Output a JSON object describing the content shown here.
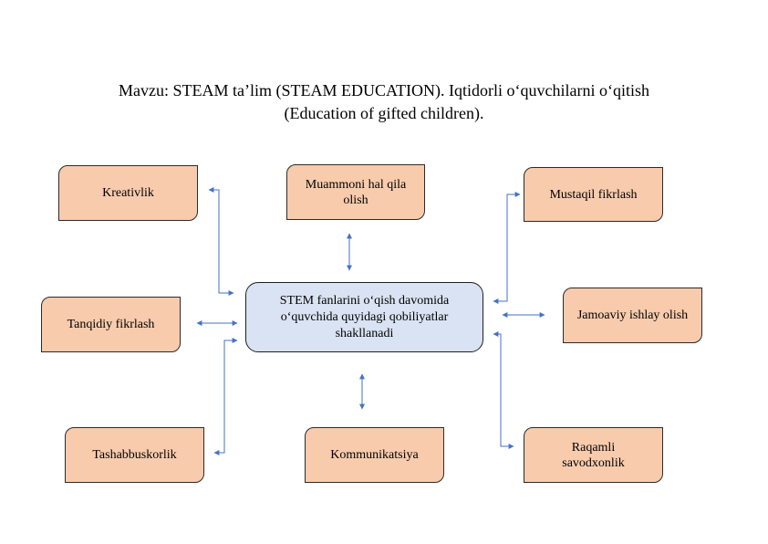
{
  "title": {
    "line1": "Mavzu: STEAM ta’lim (STEAM EDUCATION). Iqtidorli o‘quvchilarni o‘qitish",
    "line2": "(Education of gifted children)."
  },
  "center": {
    "label": "STEM fanlarini o‘qish davomida o‘quvchida quyidagi qobiliyatlar shakllanadi"
  },
  "skills": [
    {
      "label": "Kreativlik"
    },
    {
      "label": "Muammoni hal qila olish"
    },
    {
      "label": "Mustaqil fikrlash"
    },
    {
      "label": "Tanqidiy fikrlash"
    },
    {
      "label": "Jamoaviy ishlay olish"
    },
    {
      "label": "Tashabbuskorlik"
    },
    {
      "label": "Kommunikatsiya"
    },
    {
      "label": "Raqamli savodxonlik"
    }
  ],
  "colors": {
    "skill_fill": "#f8cbad",
    "center_fill": "#dae3f3",
    "connector": "#4472c4"
  }
}
